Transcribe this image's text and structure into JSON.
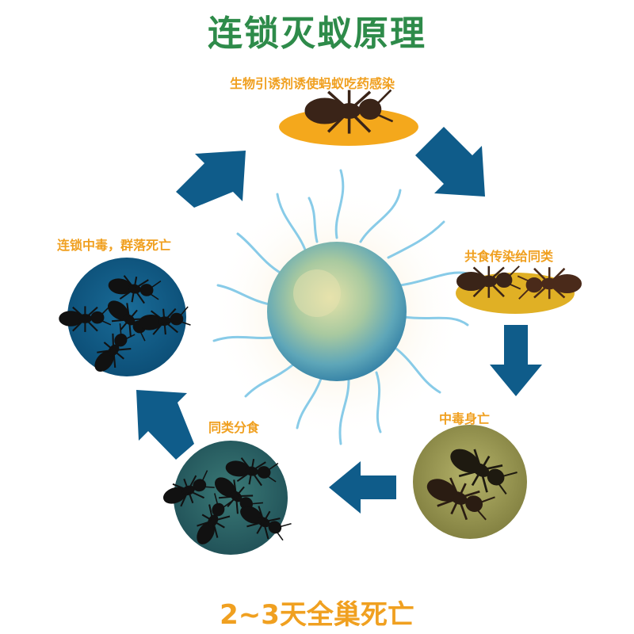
{
  "title": "连锁灭蚁原理",
  "colors": {
    "title": "#2e8b4a",
    "label": "#f0a020",
    "arrow": "#0f5c8a",
    "footer": "#f0a020",
    "ellipse_top": "#f4a81c",
    "ellipse_right": "#e0b025",
    "circle_left": "#0f5c8a",
    "circle_bottom_left": "#245f66",
    "circle_bottom_right": "#9c9a52"
  },
  "steps": [
    {
      "label": "生物引诱剂诱使蚂蚁吃药感染",
      "image": "single-ant-on-bait"
    },
    {
      "label": "共食传染给同类",
      "image": "two-ants-sharing"
    },
    {
      "label": "中毒身亡",
      "image": "dead-ants"
    },
    {
      "label": "同类分食",
      "image": "ants-feeding"
    },
    {
      "label": "连锁中毒，群落死亡",
      "image": "colony-ants"
    }
  ],
  "center_image": "bait-granule-with-tendrils",
  "footer": "2~3天全巢死亡"
}
